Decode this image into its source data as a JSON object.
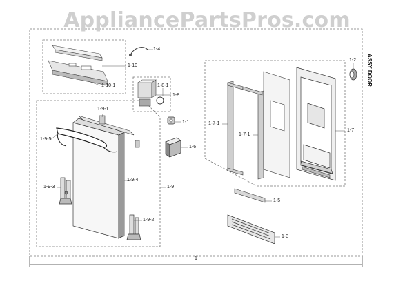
{
  "watermark": "AppliancePartsPros.com",
  "title": "ASSY DOOR",
  "labels": {
    "p1": "1",
    "p1_1": "1-1",
    "p1_2": "1-2",
    "p1_3": "1-3",
    "p1_4": "1-4",
    "p1_5": "1-5",
    "p1_6": "1-6",
    "p1_7": "1-7",
    "p1_7_1a": "1-7-1",
    "p1_7_1b": "1-7-1",
    "p1_8": "1-8",
    "p1_8_1": "1-8-1",
    "p1_9": "1-9",
    "p1_9_1": "1-9-1",
    "p1_9_2": "1-9-2",
    "p1_9_3": "1-9-3",
    "p1_9_4": "1-9-4",
    "p1_9_5": "1-9-5",
    "p1_10": "1-10",
    "p1_10_1": "1-10-1"
  }
}
